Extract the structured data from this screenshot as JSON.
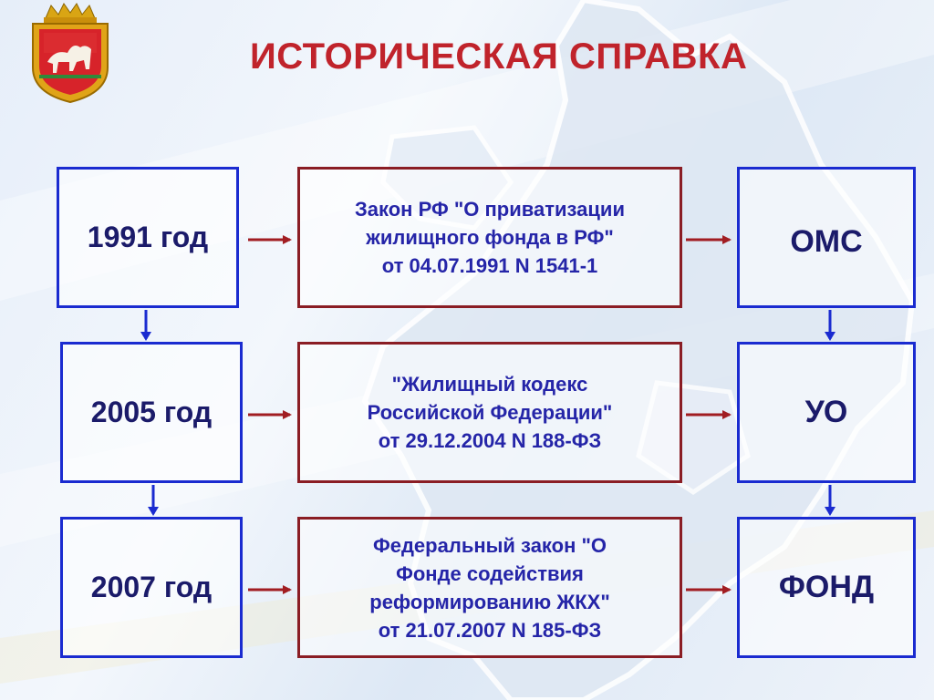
{
  "title": "ИСТОРИЧЕСКАЯ СПРАВКА",
  "colors": {
    "title": "#c0232b",
    "blue_border": "#1a2bd0",
    "red_border": "#8a1d24",
    "year_text": "#1b1b6a",
    "law_text": "#2525a8",
    "arrow_red": "#a11d22",
    "arrow_blue": "#1a2bd0"
  },
  "emblem": {
    "icon": "chelyabinsk-coat-of-arms-icon"
  },
  "rows": [
    {
      "year": "1991 год",
      "law": [
        "Закон РФ \"О приватизации",
        "жилищного фонда в РФ\"",
        "от 04.07.1991 N 1541-1"
      ],
      "result": "ОМС"
    },
    {
      "year": "2005 год",
      "law": [
        "\"Жилищный кодекс",
        "Российской Федерации\"",
        "от 29.12.2004 N 188-ФЗ"
      ],
      "result": "УО"
    },
    {
      "year": "2007 год",
      "law": [
        "Федеральный закон \"О",
        "Фонде содействия",
        "реформированию ЖКХ\"",
        "от 21.07.2007 N 185-ФЗ"
      ],
      "result": "ФОНД"
    }
  ]
}
